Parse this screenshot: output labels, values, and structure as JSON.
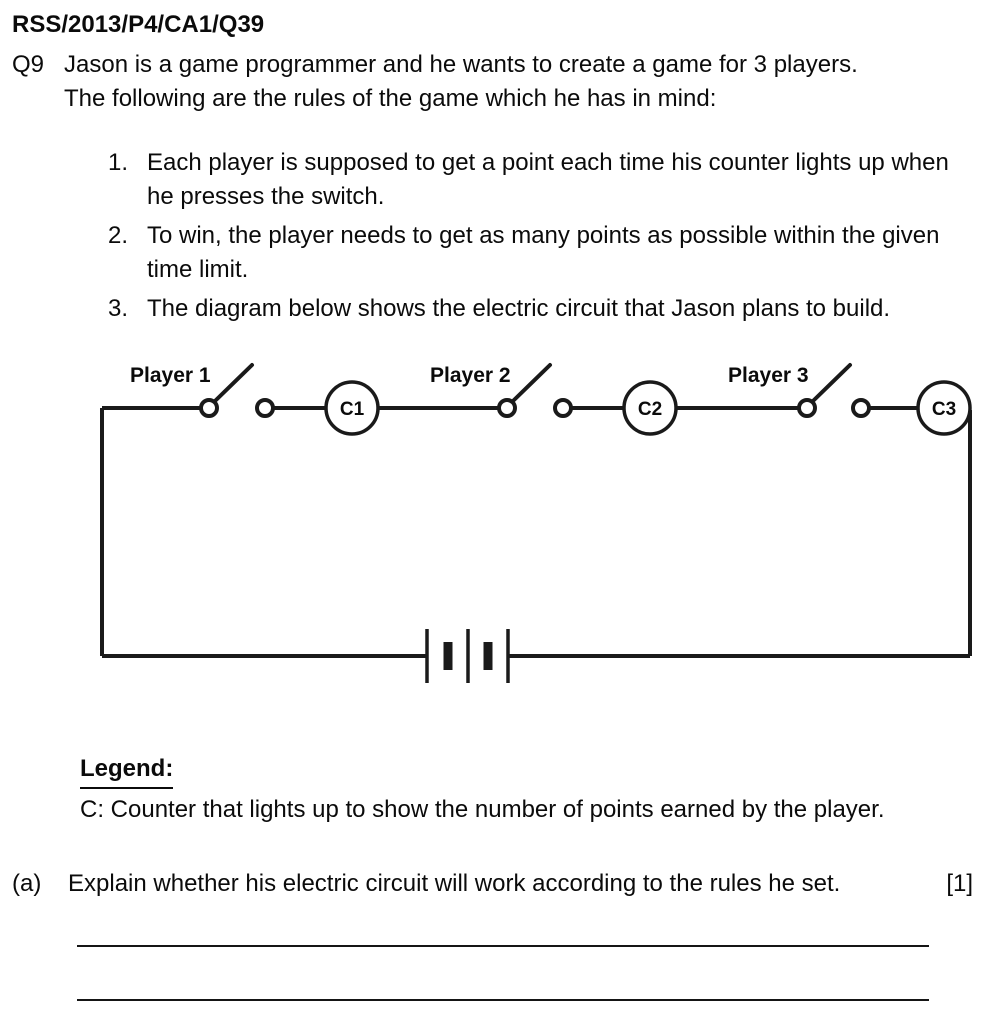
{
  "header": {
    "code": "RSS/2013/P4/CA1/Q39"
  },
  "question": {
    "number": "Q9",
    "intro_line1": "Jason is a game programmer and he wants to create a game for 3 players.",
    "intro_line2": "The following are the rules of the game which he has in mind:",
    "rules": [
      {
        "num": "1.",
        "text": "Each player is supposed to get a point each time his counter lights up when he presses the switch."
      },
      {
        "num": "2.",
        "text": "To win, the player needs to get as many points as possible within the given time limit."
      },
      {
        "num": "3.",
        "text": "The diagram below shows the electric circuit that Jason plans to build."
      }
    ]
  },
  "diagram": {
    "type": "series-circuit",
    "switches": [
      {
        "label": "Player 1"
      },
      {
        "label": "Player 2"
      },
      {
        "label": "Player 3"
      }
    ],
    "counters": [
      "C1",
      "C2",
      "C3"
    ],
    "battery_icon": "multi-cell-battery",
    "wire_color": "#1a1a1a"
  },
  "legend": {
    "title": "Legend:",
    "text": "C: Counter that lights up to show the number of points earned by the player."
  },
  "part_a": {
    "label": "(a)",
    "text": "Explain whether his electric circuit will work according to the rules he set.",
    "marks": "[1]"
  }
}
